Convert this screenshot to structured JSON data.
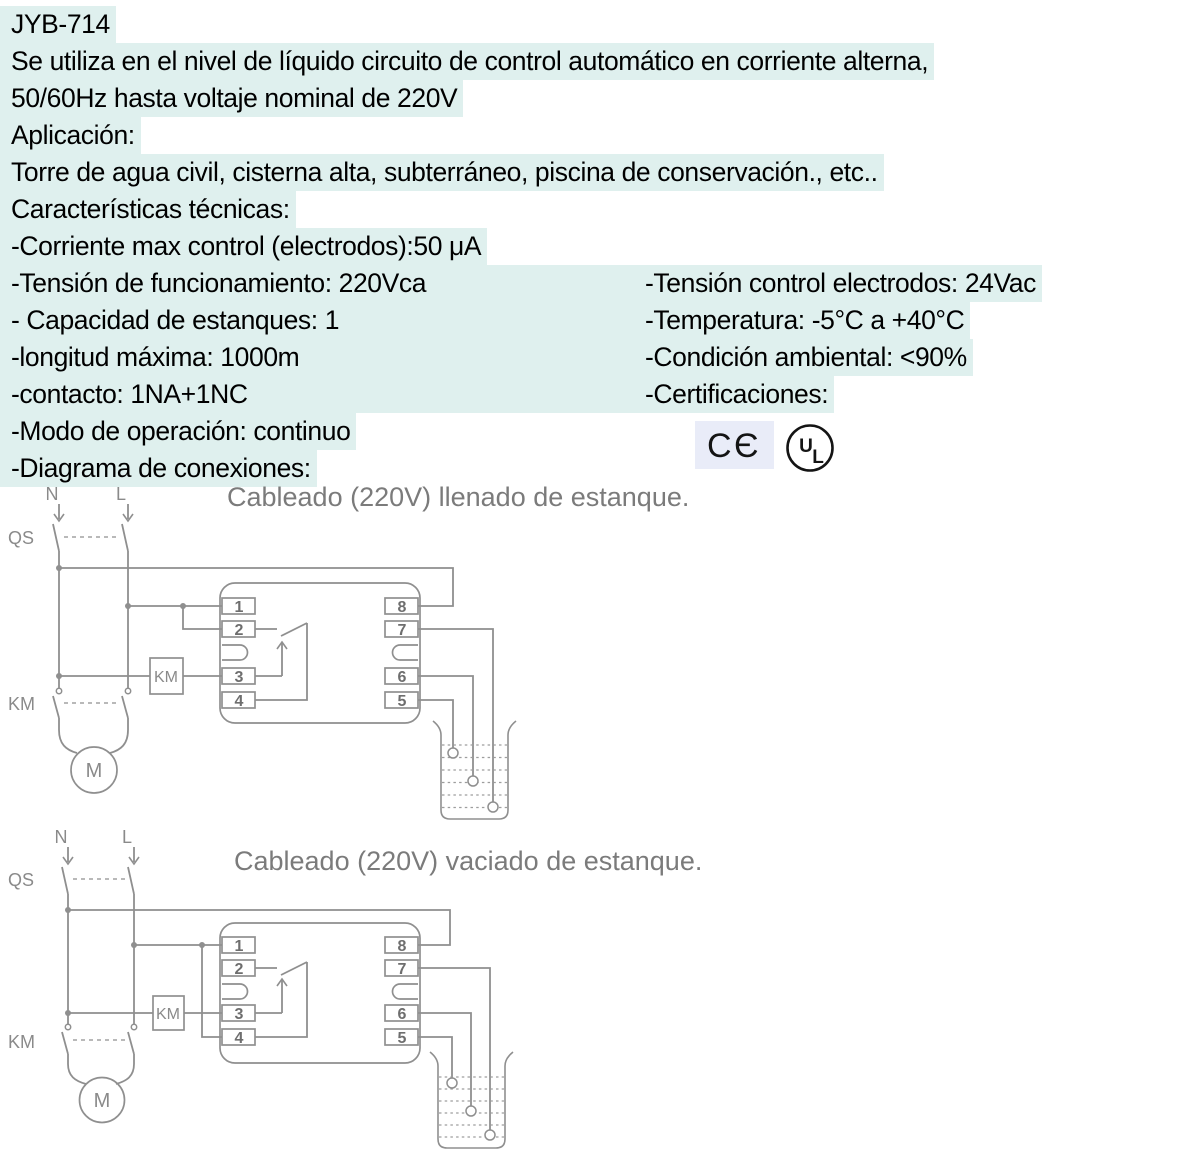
{
  "page": {
    "model": "JYB-714",
    "description_line1": "Se utiliza en el nivel de líquido circuito de control automático en corriente alterna,",
    "description_line2": "50/60Hz hasta voltaje nominal de 220V",
    "application_label": "Aplicación:",
    "application_text": "Torre de agua civil, cisterna alta, subterráneo, piscina de conservación., etc..",
    "tech_label": "Características técnicas:",
    "max_current_line": "-Corriente max control (electrodos):50 μA",
    "mode_line": "-Modo de operación: continuo",
    "diagram_line": "-Diagrama de conexiones:"
  },
  "spec_rows": [
    {
      "left": "-Tensión de funcionamiento: 220Vca",
      "right": "-Tensión control electrodos: 24Vac"
    },
    {
      "left": "- Capacidad de estanques: 1",
      "right": "-Temperatura: -5°C a +40°C"
    },
    {
      "left": "-longitud máxima: 1000m",
      "right": "-Condición ambiental: <90%"
    },
    {
      "left": "-contacto: 1NA+1NC",
      "right": "-Certificaciones:"
    }
  ],
  "certifications": {
    "ce_c": "C",
    "ce_e": "Є",
    "ul_u": "U",
    "ul_l": "L"
  },
  "diagrams": [
    {
      "title": "Cableado (220V) llenado de estanque.",
      "labels": {
        "n": "N",
        "l": "L",
        "qs": "QS",
        "km_contact": "KM",
        "km_coil": "KM",
        "motor": "M"
      },
      "terminals_left": [
        "1",
        "2",
        "3",
        "4"
      ],
      "terminals_right": [
        "8",
        "7",
        "6",
        "5"
      ]
    },
    {
      "title": "Cableado (220V) vaciado de estanque.",
      "labels": {
        "n": "N",
        "l": "L",
        "qs": "QS",
        "km_contact": "KM",
        "km_coil": "KM",
        "motor": "M"
      },
      "terminals_left": [
        "1",
        "2",
        "3",
        "4"
      ],
      "terminals_right": [
        "8",
        "7",
        "6",
        "5"
      ]
    }
  ],
  "colors": {
    "highlight": "#dff0ee",
    "diagram_stroke": "#8f8f8f",
    "diagram_text": "#8a8a8a",
    "title_text": "#7b7b7b",
    "terminal_number": "#6e6e6e",
    "ce_badge_bg": "#e9ecf8",
    "mark_ink": "#141414",
    "text": "#000000"
  }
}
